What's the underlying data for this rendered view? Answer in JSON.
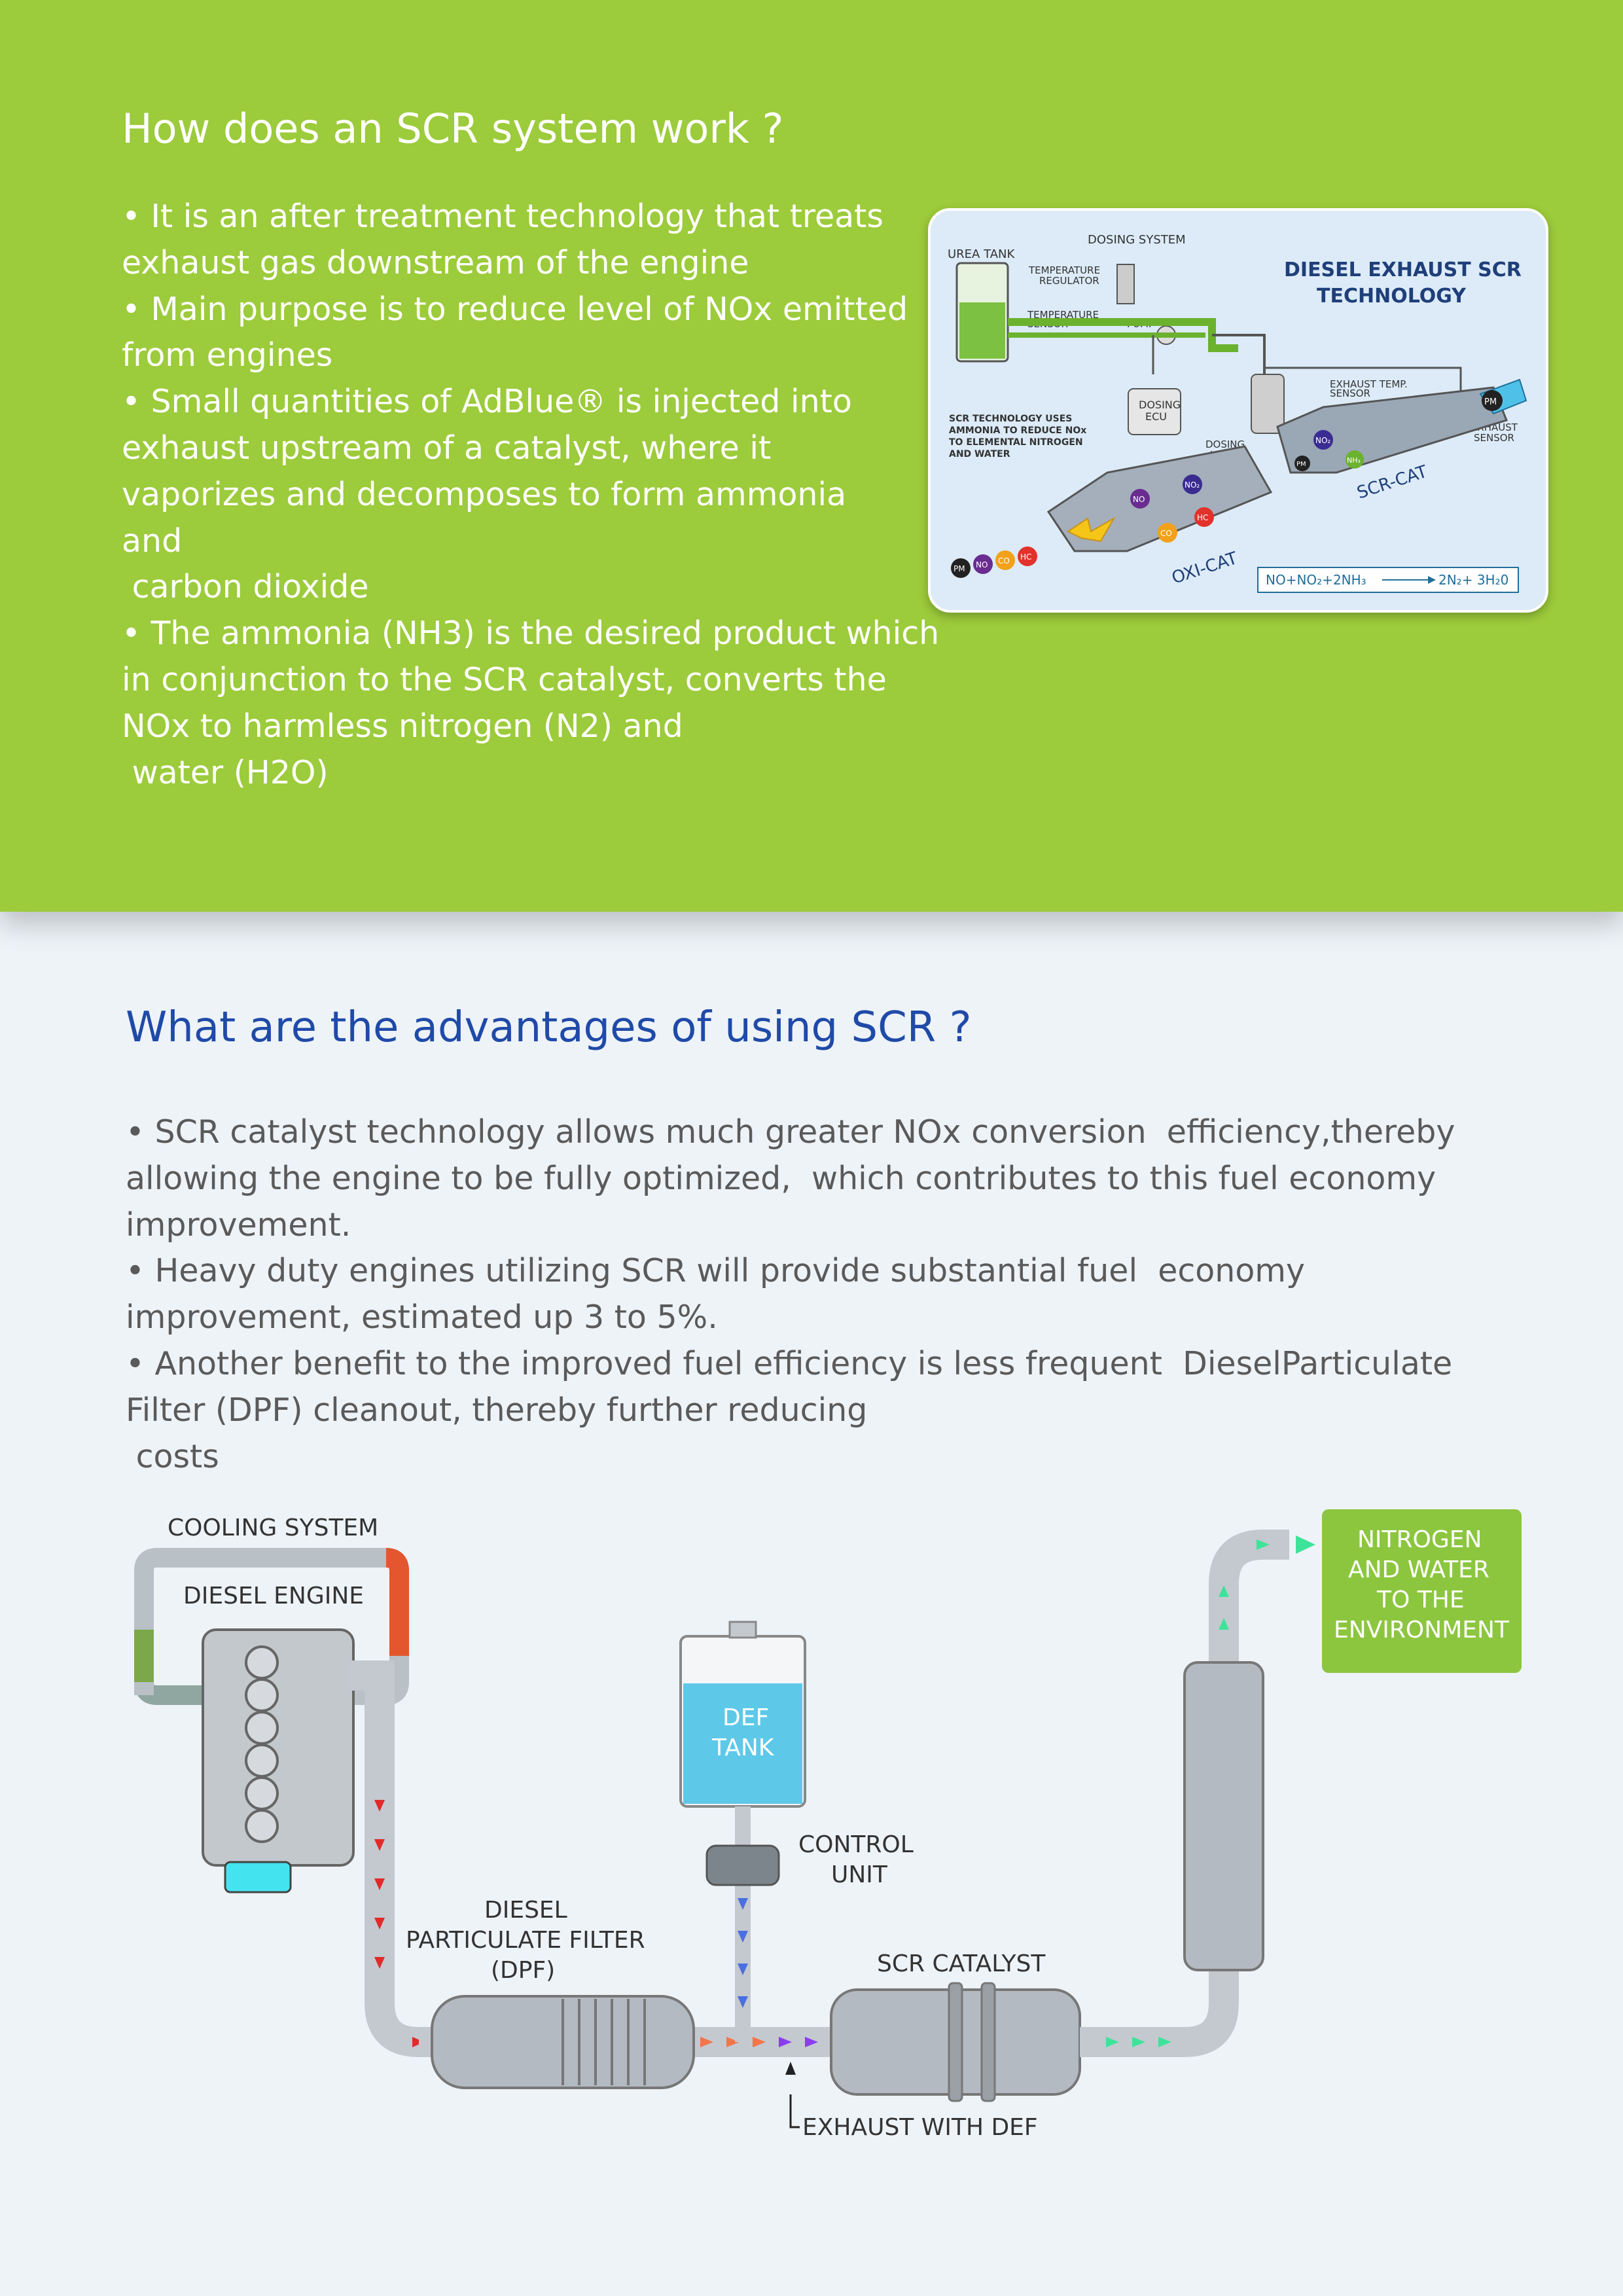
{
  "section1": {
    "title": "How does an SCR system work ?",
    "bullets": [
      "• It is an after treatment technology that treats exhaust gas downstream of the engine",
      "• Main purpose is to reduce level of NOx emitted from engines",
      "• Small quantities of AdBlue® is injected into exhaust upstream of a catalyst, where it vaporizes and decomposes to form ammonia and",
      " carbon dioxide",
      "• The ammonia (NH3) is the desired product which in conjunction to the SCR catalyst, converts the NOx to harmless nitrogen (N2) and",
      " water (H2O)"
    ]
  },
  "diagram1": {
    "title_line1": "DIESEL EXHAUST SCR",
    "title_line2": "TECHNOLOGY",
    "urea_tank": "UREA TANK",
    "dosing_system": "DOSING SYSTEM",
    "temp_regulator_1": "TEMPERATURE",
    "temp_regulator_2": "REGULATOR",
    "temp_sensor_1": "TEMPERATURE",
    "temp_sensor_2": "SENSOR",
    "pump": "PUMP",
    "dosing_ecu_1": "DOSING",
    "dosing_ecu_2": "ECU",
    "exhaust_temp_1": "EXHAUST TEMP.",
    "exhaust_temp_2": "SENSOR",
    "exhaust_sensor_1": "EXHAUST",
    "exhaust_sensor_2": "SENSOR",
    "dosing_valve_1": "DOSING",
    "dosing_valve_2": "VALVE",
    "note_1": "SCR TECHNOLOGY USES",
    "note_2": "AMMONIA TO REDUCE NOx",
    "note_3": "TO ELEMENTAL NITROGEN",
    "note_4": "AND WATER",
    "scr_cat": "SCR-CAT",
    "oxi_cat": "OXI-CAT",
    "equation_left": "NO+NO₂+2NH₃",
    "equation_right": "2N₂+ 3H₂0",
    "pm": "PM",
    "no": "NO",
    "co": "CO",
    "hc": "HC",
    "no2": "NO₂",
    "nh3": "NH₃"
  },
  "section2": {
    "title": "What are the advantages of using SCR ?",
    "bullets": [
      "• SCR catalyst technology allows much greater NOx conversion  efficiency,thereby allowing the engine to be fully optimized,  which contributes to this fuel economy improvement.",
      "• Heavy duty engines utilizing SCR will provide substantial fuel  economy improvement, estimated up 3 to 5%.",
      "• Another benefit to the improved fuel efficiency is less frequent  DieselParticulate Filter (DPF) cleanout, thereby further reducing",
      " costs"
    ]
  },
  "diagram2": {
    "cooling_system": "COOLING SYSTEM",
    "diesel_engine": "DIESEL ENGINE",
    "def_tank_1": "DEF",
    "def_tank_2": "TANK",
    "control_unit_1": "CONTROL",
    "control_unit_2": "UNIT",
    "dpf_1": "DIESEL",
    "dpf_2": "PARTICULATE FILTER",
    "dpf_3": "(DPF)",
    "scr_catalyst": "SCR CATALYST",
    "exhaust_def": "EXHAUST WITH DEF",
    "nitrogen_1": "NITROGEN",
    "nitrogen_2": "AND WATER",
    "nitrogen_3": "TO THE",
    "nitrogen_4": "ENVIRONMENT"
  },
  "colors": {
    "band_green": "#9ccb3b",
    "heading_blue": "#1f4aa8",
    "def_blue": "#5ec8e8",
    "env_green": "#8cc63f"
  }
}
